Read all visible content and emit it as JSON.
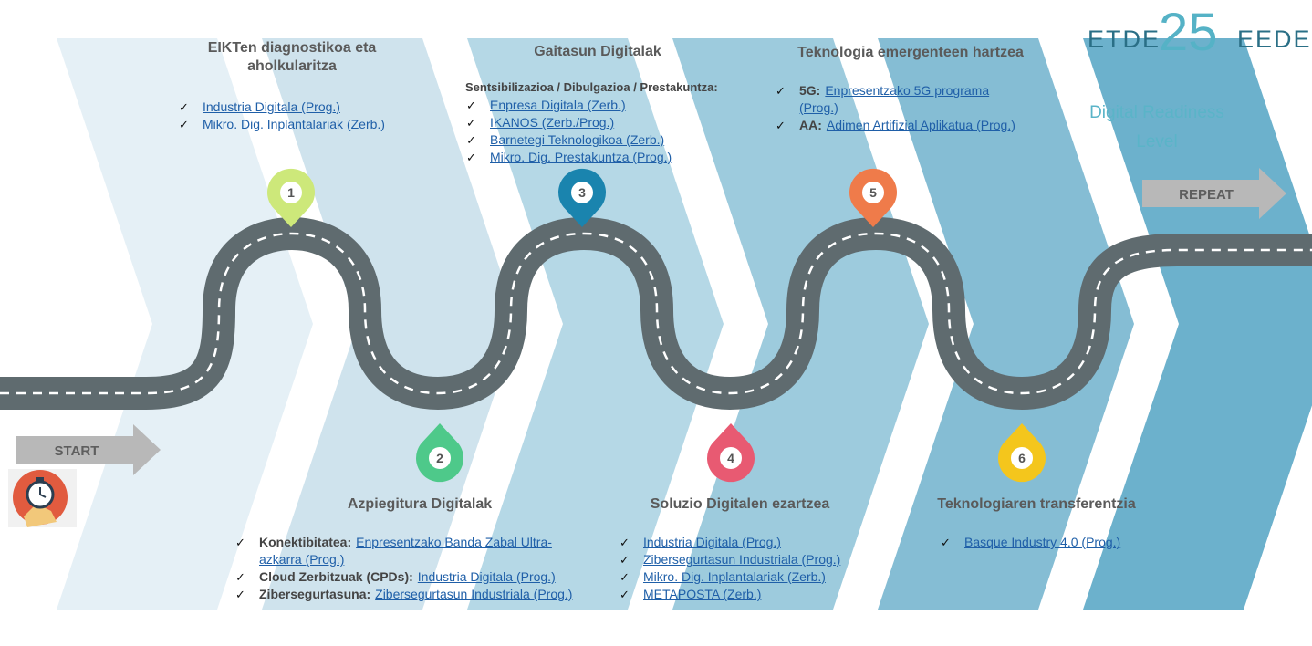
{
  "header": {
    "logo": {
      "left": "ETDE",
      "number": "25",
      "right": "EEDE"
    },
    "readiness_line1": "Digital Readiness",
    "readiness_line2": "Level"
  },
  "arrows": {
    "start": "START",
    "repeat": "REPEAT"
  },
  "colors": {
    "road": "#5f6b6f",
    "chevrons": [
      "#e5f0f6",
      "#cfe3ed",
      "#b5d8e6",
      "#9dcbdd",
      "#85bdd4",
      "#6cb1cc"
    ],
    "pins": [
      "#cde87a",
      "#4ec98a",
      "#1a84ae",
      "#e85a72",
      "#ef7b4a",
      "#f4c61c"
    ]
  },
  "stages": [
    {
      "number": "1",
      "title_line1": "EIKTen diagnostikoa eta",
      "title_line2": "aholkularitza",
      "items": [
        {
          "label": "",
          "link": "Industria Digitala (Prog.)"
        },
        {
          "label": "",
          "link": "Mikro. Dig. Inplantalariak (Zerb.)"
        }
      ]
    },
    {
      "number": "2",
      "title_line1": "Azpiegitura Digitalak",
      "items": [
        {
          "label": "Konektibitatea:",
          "link": "Enpresentzako Banda Zabal Ultra-",
          "link2": "azkarra (Prog.)"
        },
        {
          "label": "Cloud Zerbitzuak (CPDs):",
          "link": "Industria Digitala (Prog.)"
        },
        {
          "label": "Zibersegurtasuna:",
          "link": "Zibersegurtasun Industriala (Prog.)"
        }
      ]
    },
    {
      "number": "3",
      "title_line1": "Gaitasun Digitalak",
      "subtitle": "Sentsibilizazioa / Dibulgazioa / Prestakuntza:",
      "items": [
        {
          "label": "",
          "link": "Enpresa Digitala (Zerb.)"
        },
        {
          "label": "",
          "link": "IKANOS (Zerb./Prog.)"
        },
        {
          "label": "",
          "link": "Barnetegi Teknologikoa (Zerb.)"
        },
        {
          "label": "",
          "link": "Mikro. Dig. Prestakuntza (Prog.)"
        }
      ]
    },
    {
      "number": "4",
      "title_line1": "Soluzio Digitalen ezartzea",
      "items": [
        {
          "label": "",
          "link": "Industria Digitala (Prog.)"
        },
        {
          "label": "",
          "link": "Zibersegurtasun Industriala (Prog.)"
        },
        {
          "label": "",
          "link": "Mikro. Dig. Inplantalariak (Zerb.)"
        },
        {
          "label": "",
          "link": "METAPOSTA (Zerb.)"
        }
      ]
    },
    {
      "number": "5",
      "title_line1": "Teknologia emergenteen hartzea",
      "items": [
        {
          "label": "5G:",
          "link": "Enpresentzako 5G programa",
          "link2": "(Prog.)"
        },
        {
          "label": "AA:",
          "link": "Adimen Artifizial Aplikatua (Prog.)"
        }
      ]
    },
    {
      "number": "6",
      "title_line1": "Teknologiaren transferentzia",
      "items": [
        {
          "label": "",
          "link": "Basque Industry 4.0 (Prog.)"
        }
      ]
    }
  ]
}
